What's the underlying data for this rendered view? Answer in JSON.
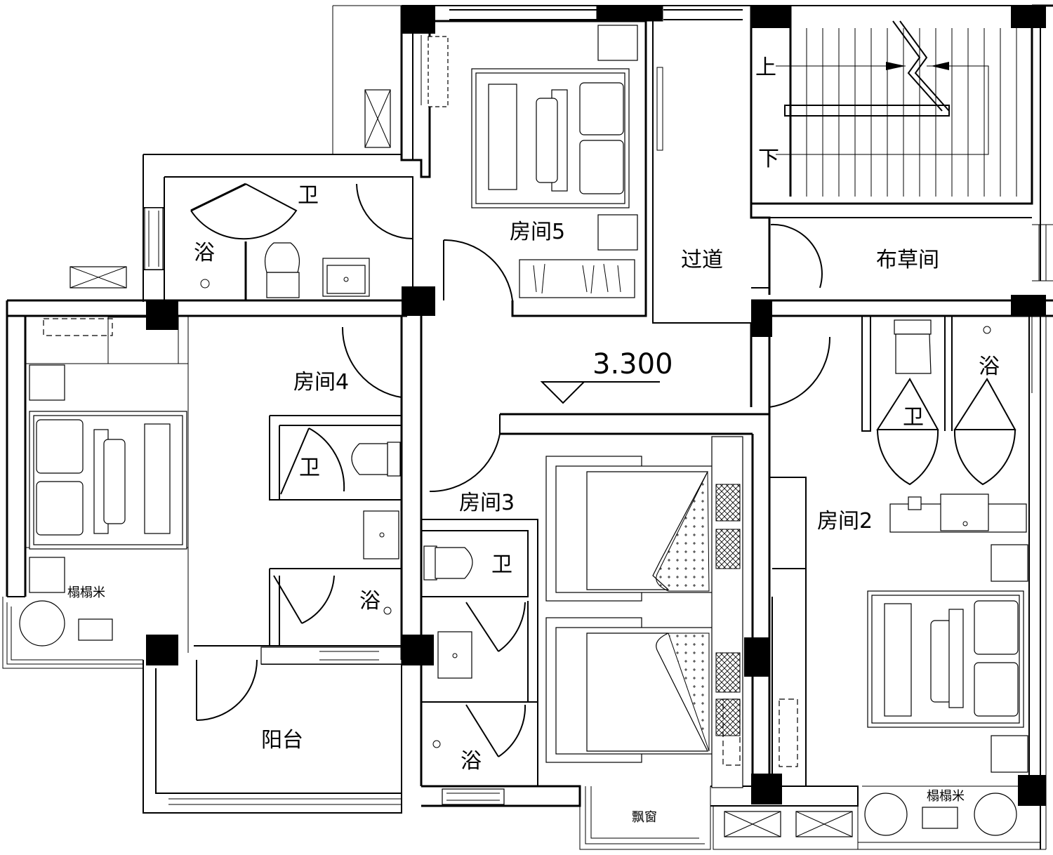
{
  "plan": {
    "elevation": "3.300",
    "rooms": {
      "room2": "房间2",
      "room3": "房间3",
      "room4": "房间4",
      "room5": "房间5",
      "corridor": "过道",
      "linen": "布草间",
      "balcony": "阳台",
      "bay_window": "飘窗",
      "tatami_left": "榻榻米",
      "tatami_right": "榻榻米"
    },
    "labels": {
      "wc_top": "卫",
      "bath_top": "浴",
      "wc_room2": "卫",
      "bath_room2": "浴",
      "wc_room4": "卫",
      "bath_room4": "浴",
      "wc_room3": "卫",
      "bath_room3": "浴",
      "stair_up": "上",
      "stair_down": "下"
    }
  }
}
